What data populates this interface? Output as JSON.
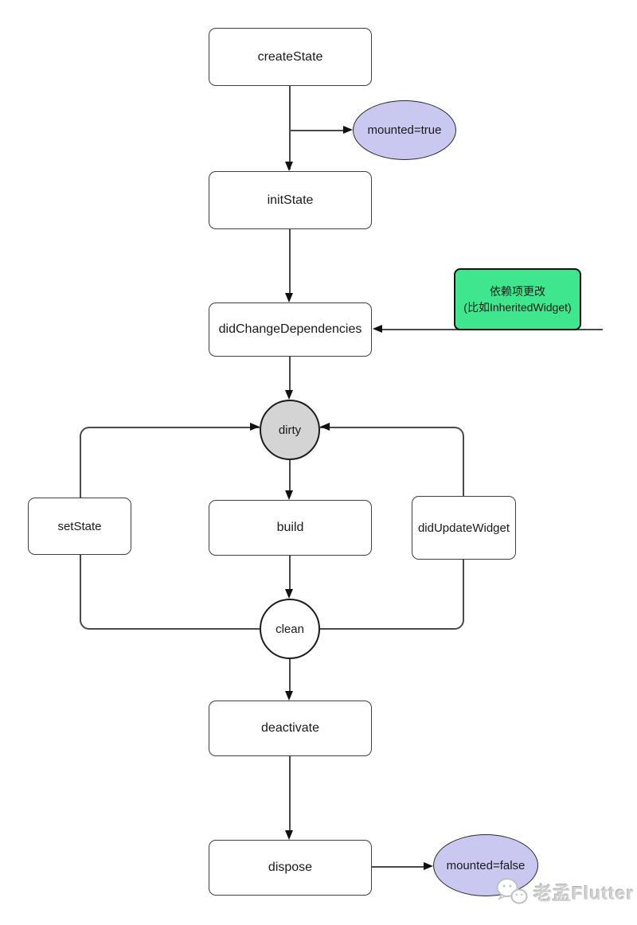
{
  "diagram": {
    "title_hint": "Flutter State lifecycle flowchart",
    "nodes": {
      "createState": {
        "label": "createState"
      },
      "mountedTrue": {
        "label": "mounted=true"
      },
      "initState": {
        "label": "initState"
      },
      "didChangeDependencies": {
        "label": "didChangeDependencies"
      },
      "dependencyNote": {
        "line1": "依赖项更改",
        "line2": "(比如InheritedWidget)"
      },
      "dirty": {
        "label": "dirty"
      },
      "setState": {
        "label": "setState"
      },
      "build": {
        "label": "build"
      },
      "didUpdateWidget": {
        "label": "didUpdateWidget"
      },
      "clean": {
        "label": "clean"
      },
      "deactivate": {
        "label": "deactivate"
      },
      "dispose": {
        "label": "dispose"
      },
      "mountedFalse": {
        "label": "mounted=false"
      }
    },
    "edges": [
      "createState -> initState",
      "createState -> mounted=true",
      "initState -> didChangeDependencies",
      "依赖项更改(比如InheritedWidget) -> didChangeDependencies",
      "didChangeDependencies -> dirty",
      "clean -> setState -> dirty",
      "clean -> didUpdateWidget -> dirty",
      "dirty -> build",
      "build -> clean",
      "clean -> deactivate",
      "deactivate -> dispose",
      "dispose -> mounted=false"
    ],
    "colors": {
      "ellipse_fill": "#c9c8f0",
      "note_fill": "#3ee78d",
      "dirty_fill": "#d4d4d4",
      "clean_fill": "#ffffff",
      "line": "#4a4a4a",
      "background": "#ffffff"
    }
  },
  "watermark": {
    "text": "老孟Flutter"
  }
}
